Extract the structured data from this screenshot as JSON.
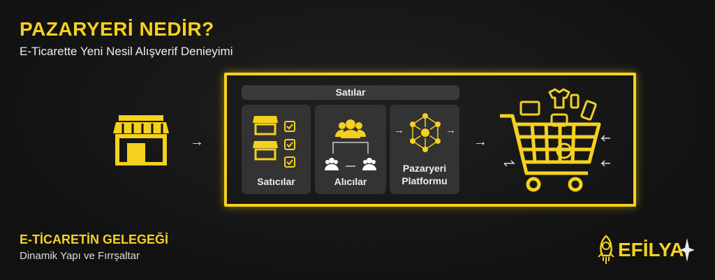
{
  "header": {
    "title": "PAZARYERİ NEDİR?",
    "subtitle": "E-Ticarette Yeni Nesil Alışverif Denieyimi"
  },
  "diagram": {
    "bar_label": "Satılar",
    "cards": [
      {
        "label": "Satıcılar"
      },
      {
        "label": "Alıcılar"
      },
      {
        "label_line1": "Pazaryeri",
        "label_line2": "Platformu"
      }
    ],
    "arrow": "→",
    "arrow_in": "←"
  },
  "footer": {
    "title": "E-TİCARETİN GELEGEĞİ",
    "subtitle": "Dinamik Yapı ve Fırrşaltar"
  },
  "logo": {
    "text": "EFİLYA"
  },
  "colors": {
    "accent": "#f5d11f"
  }
}
